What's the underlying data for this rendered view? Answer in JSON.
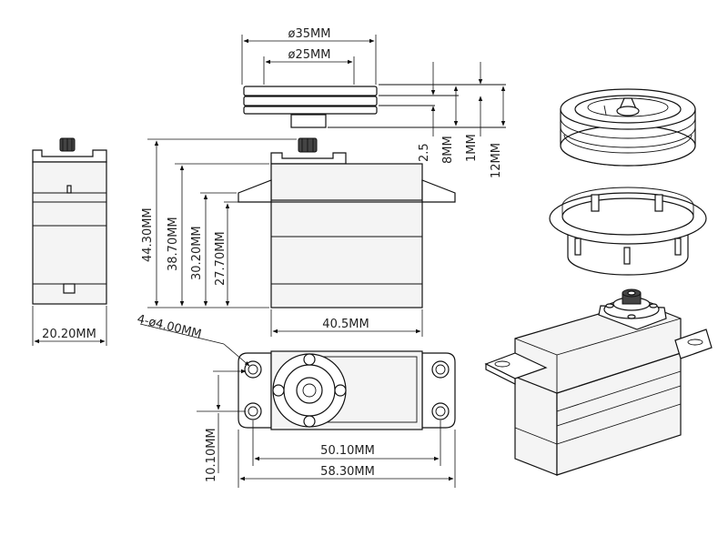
{
  "dimensions": {
    "dia_35": "ø35MM",
    "dia_25": "ø25MM",
    "h_2_5": "2.5",
    "h_8": "8MM",
    "h_1": "1MM",
    "h_12": "12MM",
    "h_44_30": "44.30MM",
    "h_38_70": "38.70MM",
    "h_30_20": "30.20MM",
    "h_27_70": "27.70MM",
    "w_40_5": "40.5MM",
    "w_20_20": "20.20MM",
    "holes": "4-ø4.00MM",
    "w_50_10": "50.10MM",
    "w_58_30": "58.30MM",
    "h_10_10": "10.10MM"
  }
}
